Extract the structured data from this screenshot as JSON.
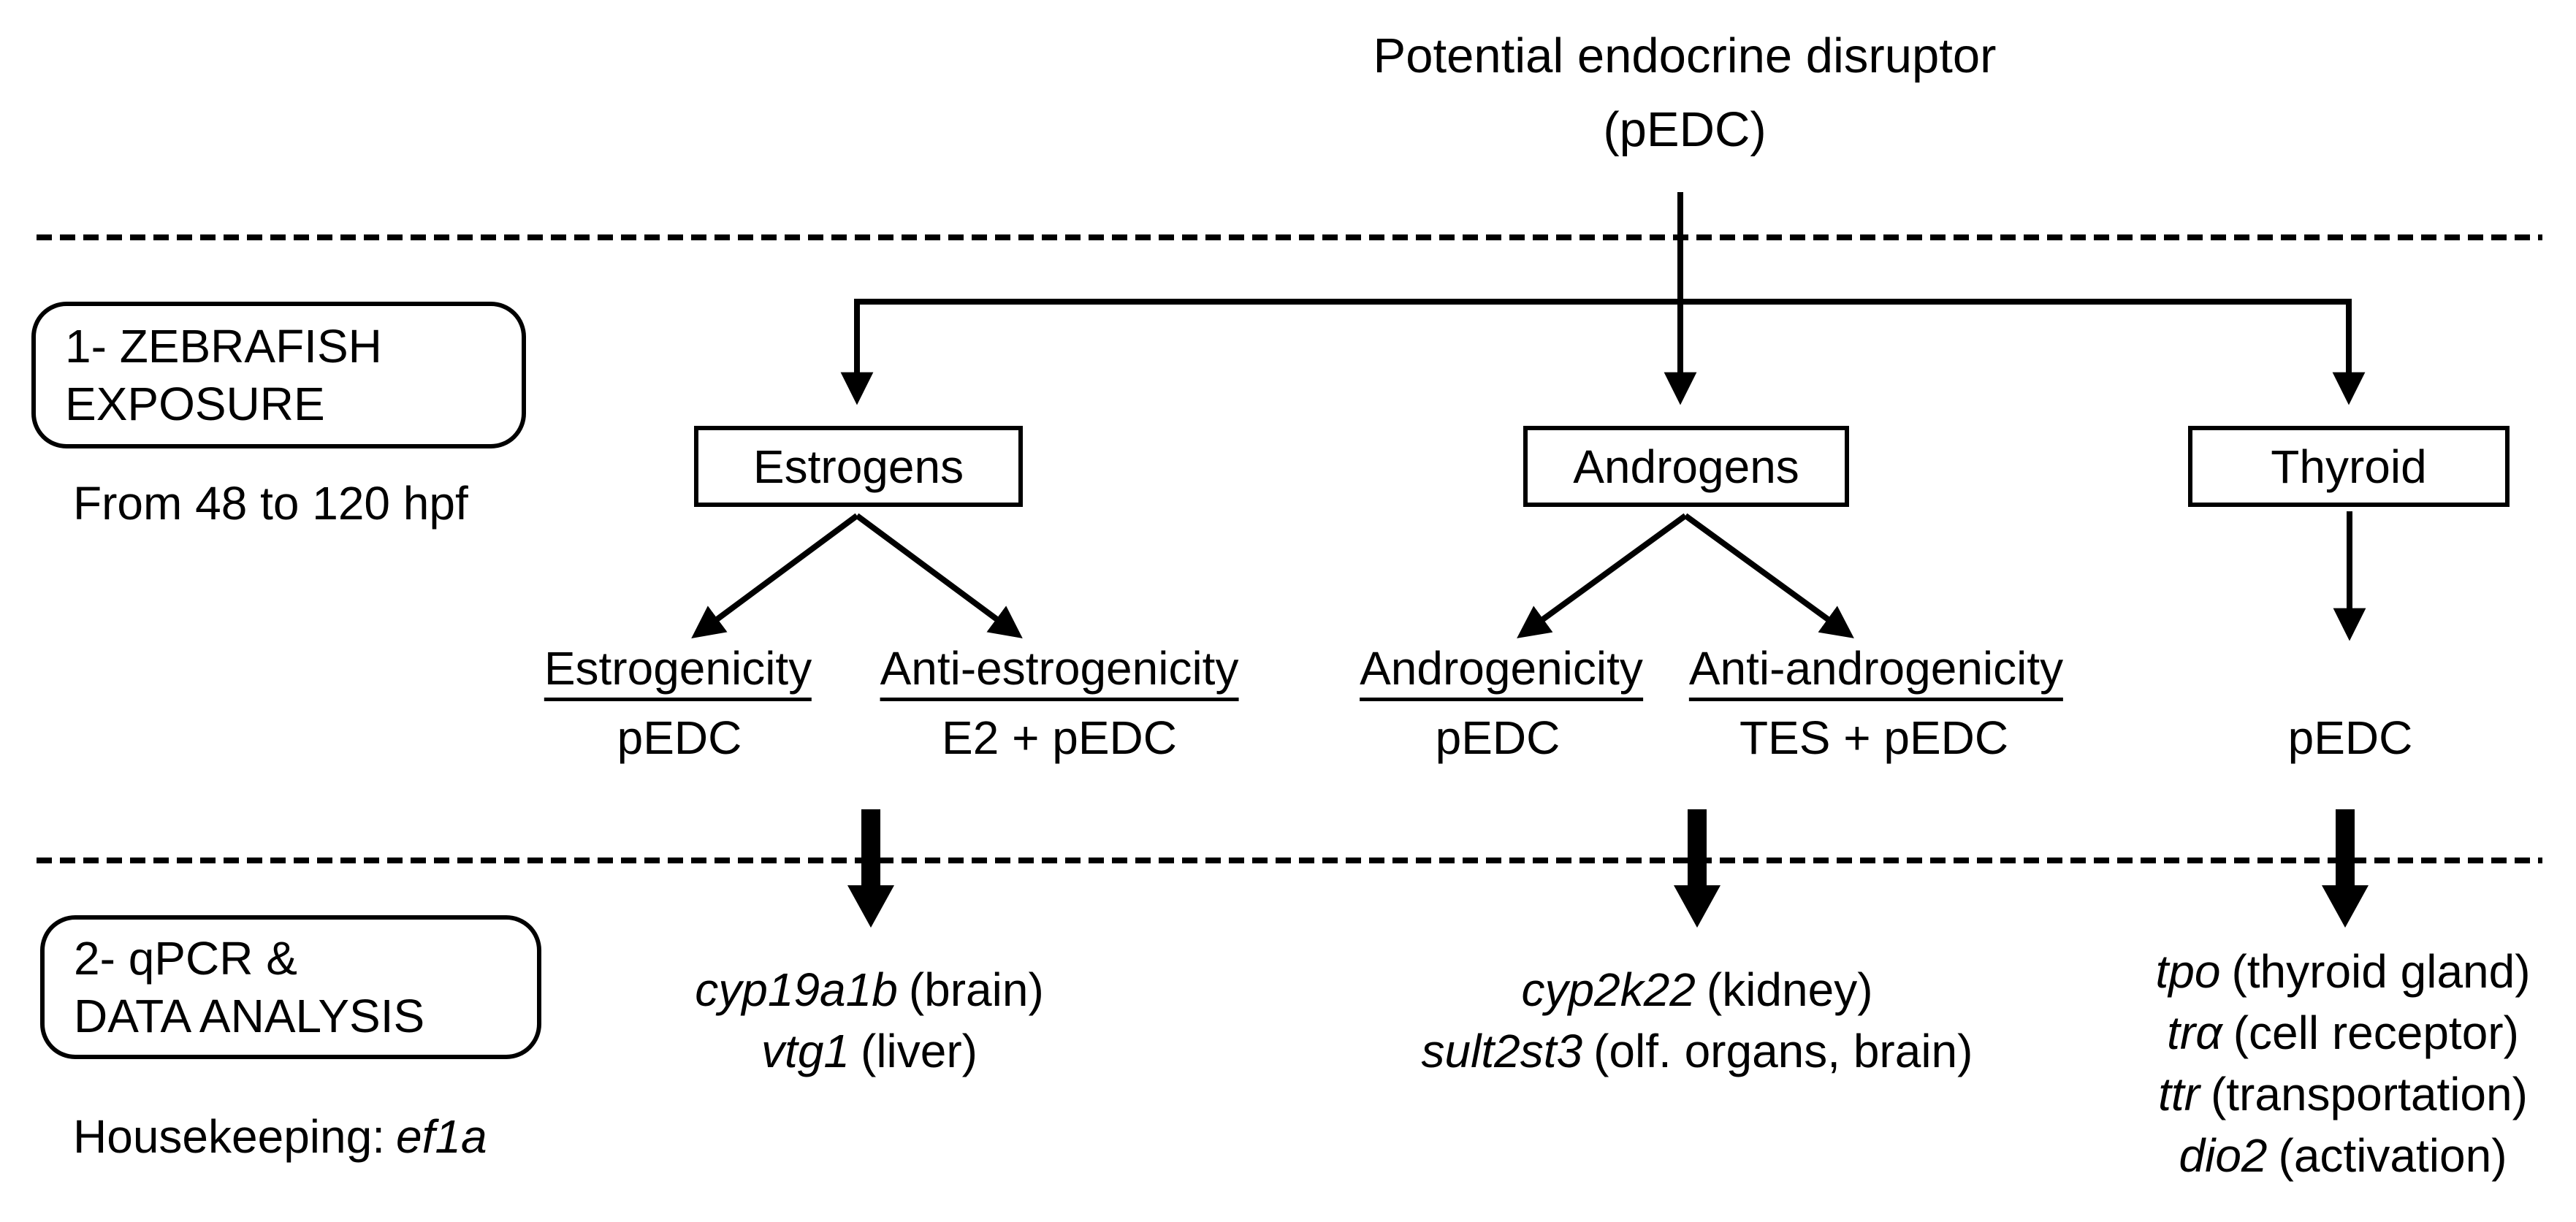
{
  "title": {
    "line1": "Potential endocrine disruptor",
    "line2": "(pEDC)"
  },
  "stage1": {
    "label_line1": "1- ZEBRAFISH",
    "label_line2": "EXPOSURE",
    "note": "From 48 to 120 hpf"
  },
  "stage2": {
    "label_line1": "2- qPCR &",
    "label_line2": "DATA ANALYSIS",
    "note_prefix": "Housekeeping:",
    "note_gene": "ef1a"
  },
  "branches": [
    {
      "box": "Estrogens",
      "tests": [
        {
          "name": "Estrogenicity",
          "treatment": "pEDC"
        },
        {
          "name": "Anti-estrogenicity",
          "treatment": "E2 + pEDC"
        }
      ],
      "genes": [
        {
          "gene": "cyp19a1b",
          "tissue": "(brain)"
        },
        {
          "gene": "vtg1",
          "tissue": "(liver)"
        }
      ]
    },
    {
      "box": "Androgens",
      "tests": [
        {
          "name": "Androgenicity",
          "treatment": "pEDC"
        },
        {
          "name": "Anti-androgenicity",
          "treatment": "TES + pEDC"
        }
      ],
      "genes": [
        {
          "gene": "cyp2k22",
          "tissue": "(kidney)"
        },
        {
          "gene": "sult2st3",
          "tissue": "(olf. organs, brain)"
        }
      ]
    },
    {
      "box": "Thyroid",
      "treatment": "pEDC",
      "genes": [
        {
          "gene": "tpo",
          "tissue": "(thyroid gland)"
        },
        {
          "gene": "trα",
          "tissue": "(cell receptor)"
        },
        {
          "gene": "ttr",
          "tissue": "(transportation)"
        },
        {
          "gene": "dio2",
          "tissue": "(activation)"
        }
      ]
    }
  ],
  "colors": {
    "ink": "#000000",
    "background": "#ffffff"
  }
}
